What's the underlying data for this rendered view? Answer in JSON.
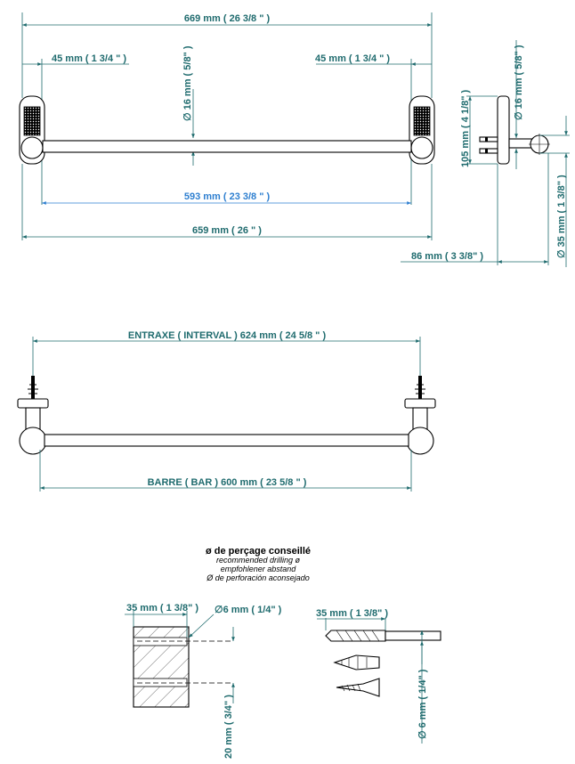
{
  "front_view": {
    "total_width": "669 mm ( 26 3/8 \" )",
    "left_offset": "45 mm ( 1 3/4 \" )",
    "right_offset": "45 mm ( 1 3/4 \" )",
    "tube_diameter": "∅ 16 mm ( 5/8\" )",
    "inner_span": "593 mm ( 23 3/8 \" )",
    "outer_span": "659 mm ( 26 \" )"
  },
  "side_view": {
    "diameter_16": "∅ 16 mm ( 5/8\" )",
    "height_105": "105 mm ( 4 1/8\" )",
    "diameter_35": "∅ 35 mm ( 1 3/8\" )",
    "depth_86": "86 mm ( 3 3/8\" )"
  },
  "install_view": {
    "interval": "ENTRAXE ( INTERVAL ) 624 mm ( 24 5/8 \" )",
    "bar": "BARRE ( BAR ) 600 mm ( 23 5/8 \" )"
  },
  "drilling": {
    "title": "ø de perçage conseillé",
    "lines": [
      "recommended drilling ø",
      "empfohlener abstand",
      "Ø de perforación aconsejado"
    ],
    "depth_left": "35 mm ( 1 3/8\" )",
    "hole_diameter": "∅6 mm ( 1/4\" )",
    "spacing": "20 mm ( 3/4\" )",
    "depth_right": "35 mm ( 1 3/8\" )",
    "bit_diameter": "∅ 6 mm ( 1/4\" )"
  }
}
